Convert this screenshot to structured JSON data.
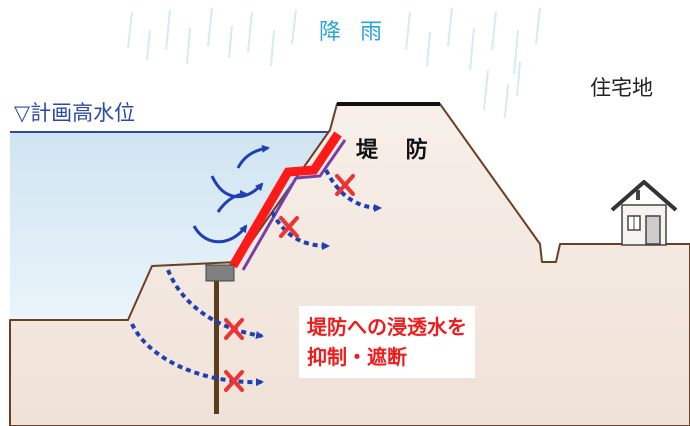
{
  "labels": {
    "rain": "降 雨",
    "high_water_level": "▽計画高水位",
    "residential_area": "住宅地",
    "levee": "堤 防"
  },
  "note": {
    "line1": "堤防への浸透水を",
    "line2": "抑制・遮断"
  },
  "colors": {
    "river_water": "#ddeef7",
    "ground": "#f4ebe4",
    "water_line": "#2b4aa6",
    "flow_arrows": "#1f3fb5",
    "cross_marks": "#ee3333",
    "impermeable_facing": "#ff1a1a",
    "facing_edge": "#7a3fa6",
    "sheet_pile": "#5a3d1e",
    "rain": "#bfe0ee"
  }
}
